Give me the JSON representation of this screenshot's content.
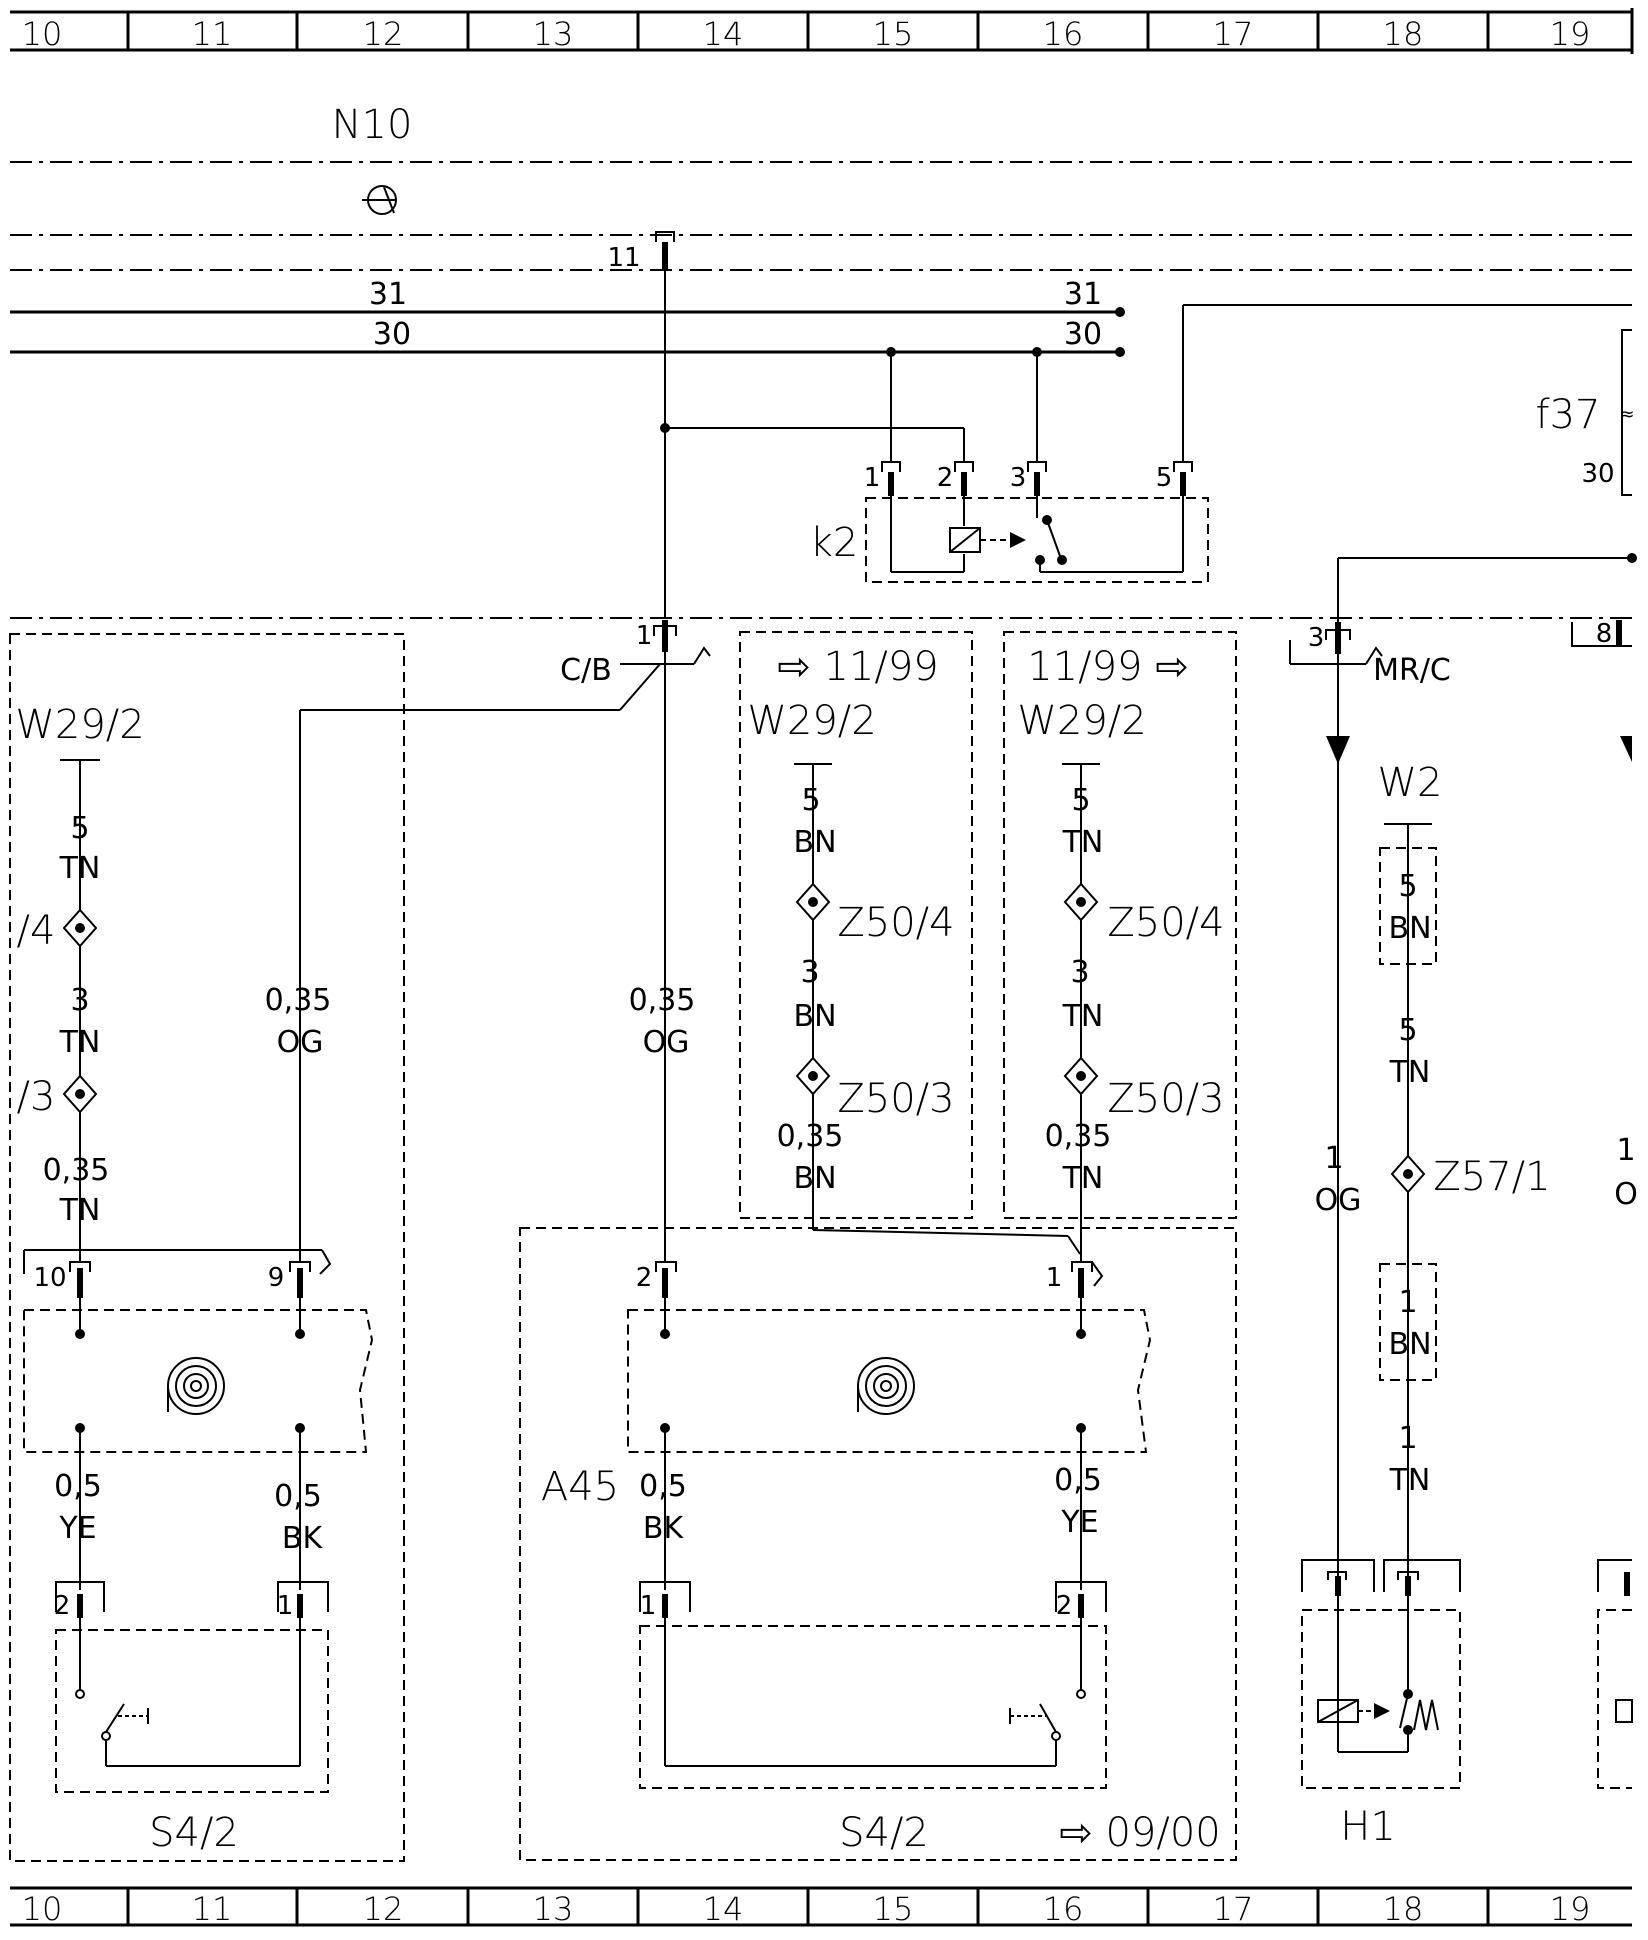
{
  "ruler": {
    "columns": [
      "10",
      "11",
      "12",
      "13",
      "14",
      "15",
      "16",
      "17",
      "18",
      "19"
    ]
  },
  "components": {
    "n10": "N10",
    "k2": "k2",
    "f37": "f37",
    "a45": "A45",
    "h1": "H1",
    "s4_2_left": "S4/2",
    "s4_2_right": "S4/2",
    "w2": "W2"
  },
  "bus": {
    "line31_left": "31",
    "line31_right": "31",
    "line30_left": "30",
    "line30_right": "30",
    "pin11": "11"
  },
  "connectors": {
    "cb": "C/B",
    "mrc": "MR/C",
    "cb_pin": "1",
    "mrc_pin": "3",
    "right_pin": "8",
    "f37_pin": "30"
  },
  "k2_pins": [
    "1",
    "2",
    "3",
    "5"
  ],
  "boxes": {
    "from_1199": "⇨ 11/99",
    "to_1199": "11/99 ⇨",
    "to_0900": "⇨ 09/00"
  },
  "left_harness": {
    "w29": "W29/2",
    "pin_top": "5",
    "color_top": "TN",
    "splice1": "/4",
    "pin_mid": "3",
    "color_mid": "TN",
    "splice2": "/3",
    "size": "0,35",
    "color_bottom": "TN",
    "wire2_size": "0,35",
    "wire2_color": "OG",
    "pin_a": "10",
    "pin_b": "9",
    "out1_size": "0,5",
    "out1_color": "YE",
    "out2_size": "0,5",
    "out2_color": "BK",
    "sw_pin_a": "2",
    "sw_pin_b": "1"
  },
  "center_wire": {
    "size": "0,35",
    "color": "OG"
  },
  "box_before": {
    "w29": "W29/2",
    "pin_top": "5",
    "color_top": "BN",
    "splice1": "Z50/4",
    "pin_mid": "3",
    "color_mid": "BN",
    "splice2": "Z50/3",
    "size": "0,35",
    "color_bottom": "BN"
  },
  "box_after": {
    "w29": "W29/2",
    "pin_top": "5",
    "color_top": "TN",
    "splice1": "Z50/4",
    "pin_mid": "3",
    "color_mid": "TN",
    "splice2": "Z50/3",
    "size": "0,35",
    "color_bottom": "TN"
  },
  "a45_unit": {
    "pin_a": "2",
    "pin_b": "1",
    "out1_size": "0,5",
    "out1_color": "BK",
    "out2_size": "0,5",
    "out2_color": "YE",
    "sw_pin_a": "1",
    "sw_pin_b": "2"
  },
  "h1_circuit": {
    "wire1_size": "1",
    "wire1_color": "OG",
    "bn5": "5",
    "bn5_color": "BN",
    "tn5": "5",
    "tn5_color": "TN",
    "splice": "Z57/1",
    "bn1": "1",
    "bn1_color": "BN",
    "tn1": "1",
    "tn1_color": "TN",
    "edge_size": "1",
    "edge_color": "O"
  }
}
